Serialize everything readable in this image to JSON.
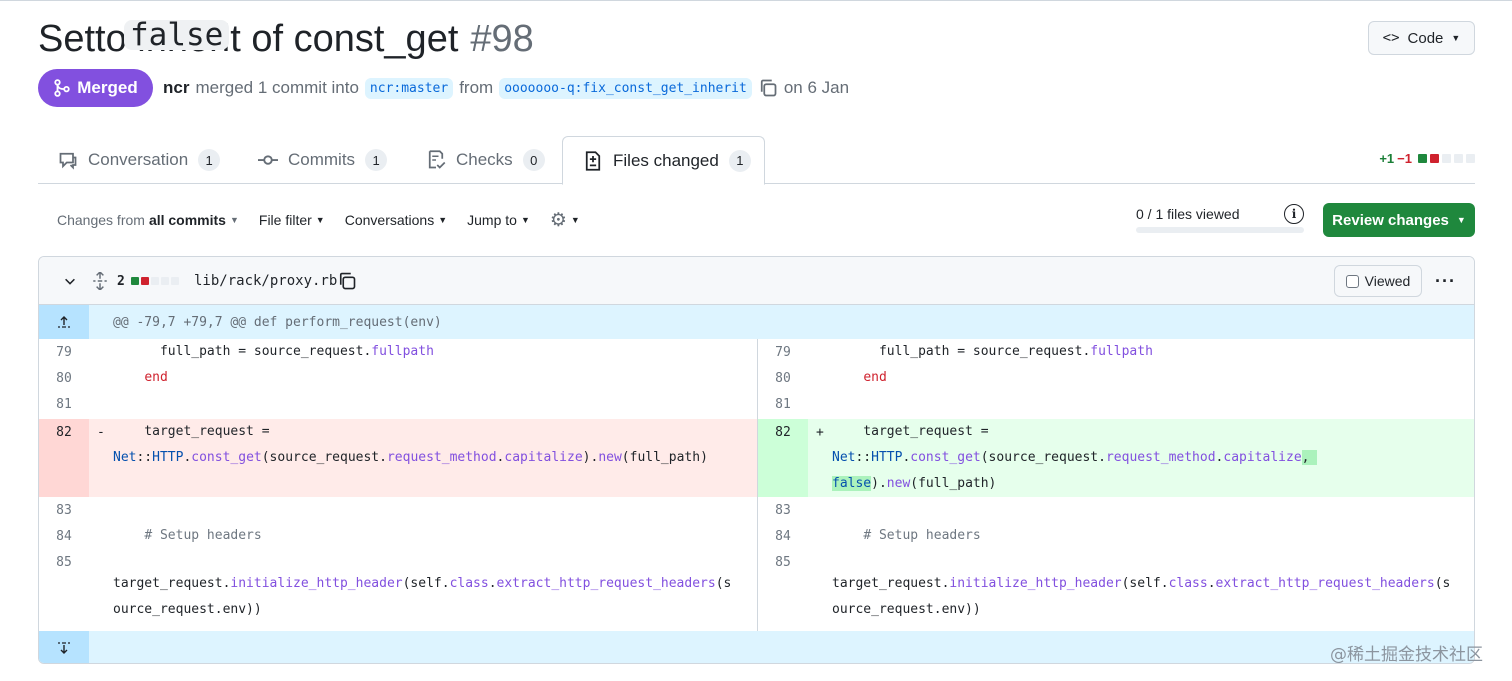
{
  "title": {
    "prefix": "Set",
    "code": "false",
    "middle": "to inherit of const_get",
    "number": "#98"
  },
  "code_button": {
    "label": "Code"
  },
  "status": {
    "badge": "Merged",
    "author": "ncr",
    "text1": "merged 1 commit into",
    "base_branch": "ncr:master",
    "from": "from",
    "head_branch": "ooooooo-q:fix_const_get_inherit",
    "date": "on 6 Jan"
  },
  "tabs": [
    {
      "label": "Conversation",
      "count": "1",
      "icon": "comment-icon"
    },
    {
      "label": "Commits",
      "count": "1",
      "icon": "commit-icon"
    },
    {
      "label": "Checks",
      "count": "0",
      "icon": "checklist-icon"
    },
    {
      "label": "Files changed",
      "count": "1",
      "icon": "file-diff-icon"
    }
  ],
  "diffstat": {
    "additions": "+1",
    "deletions": "−1",
    "colors": {
      "add": "#1a7f37",
      "del": "#cf222e"
    }
  },
  "toolbar": {
    "changes_from": "Changes from",
    "all_commits": "all commits",
    "file_filter": "File filter",
    "conversations": "Conversations",
    "jump_to": "Jump to",
    "files_viewed": "0 / 1 files viewed",
    "review_changes": "Review changes"
  },
  "file": {
    "changes": "2",
    "path": "lib/rack/proxy.rb",
    "viewed_label": "Viewed",
    "hunk_header": "@@ -79,7 +79,7 @@ def perform_request(env)",
    "left": {
      "n79": "79",
      "n80": "80",
      "n81": "81",
      "n82": "82",
      "n83": "83",
      "n84": "84",
      "n85": "85",
      "del_mark": "-"
    },
    "right": {
      "n79": "79",
      "n80": "80",
      "n81": "81",
      "n82": "82",
      "n83": "83",
      "n84": "84",
      "n85": "85",
      "add_mark": "+"
    }
  },
  "watermark": "@稀土掘金技术社区"
}
